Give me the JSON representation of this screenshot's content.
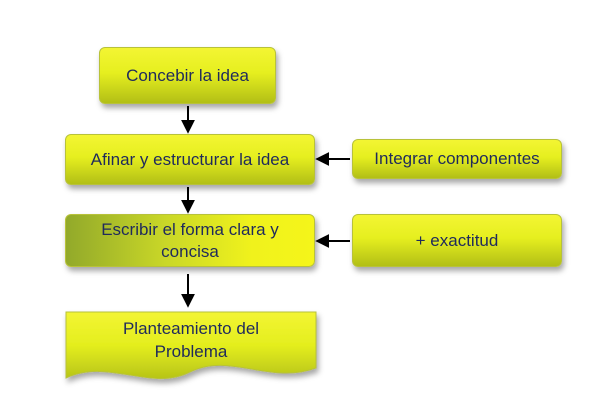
{
  "flowchart": {
    "step1": "Concebir la idea",
    "step2": "Afinar y estructurar la idea",
    "step3": "Escribir el forma clara y concisa",
    "step4_line1": "Planteamiento del",
    "step4_line2": "Problema",
    "input_a": "Integrar componentes",
    "input_b": "+ exactitud"
  },
  "colors": {
    "fill_light": "#f3f533",
    "fill_dark": "#b2bf16",
    "text": "#1f2a5c",
    "arrow": "#000000"
  }
}
